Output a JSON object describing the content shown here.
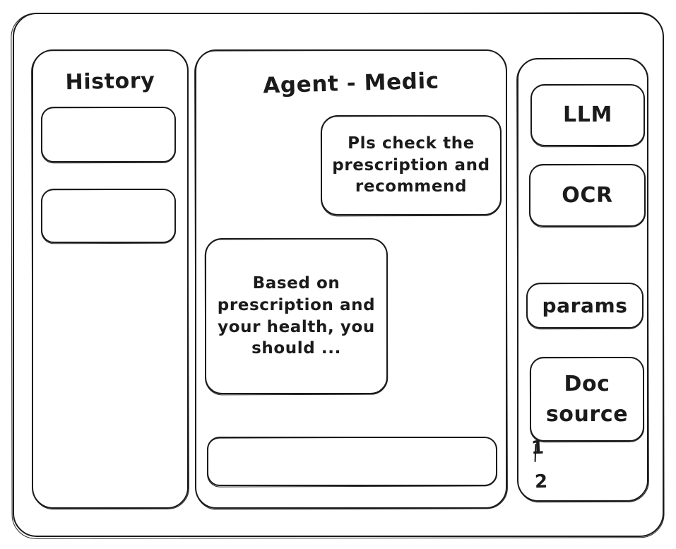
{
  "window": {
    "frame_label": "app-window"
  },
  "sidebar_left": {
    "title": "History",
    "items": [
      {
        "label": ""
      },
      {
        "label": ""
      }
    ]
  },
  "main": {
    "title": "Agent - Medic",
    "messages": [
      {
        "role": "user",
        "text": "Pls check the prescription and recommend"
      },
      {
        "role": "agent",
        "text": "Based on prescription and your health, you should ..."
      }
    ],
    "input": {
      "value": "",
      "placeholder": ""
    }
  },
  "sidebar_right": {
    "tools": [
      {
        "label": "LLM"
      },
      {
        "label": "OCR"
      },
      {
        "label": "params"
      },
      {
        "label": "Doc source"
      }
    ],
    "doc_refs": [
      {
        "label": "1"
      },
      {
        "label": "2"
      }
    ]
  },
  "colors": {
    "stroke": "#1b1b1b",
    "background": "#ffffff"
  }
}
